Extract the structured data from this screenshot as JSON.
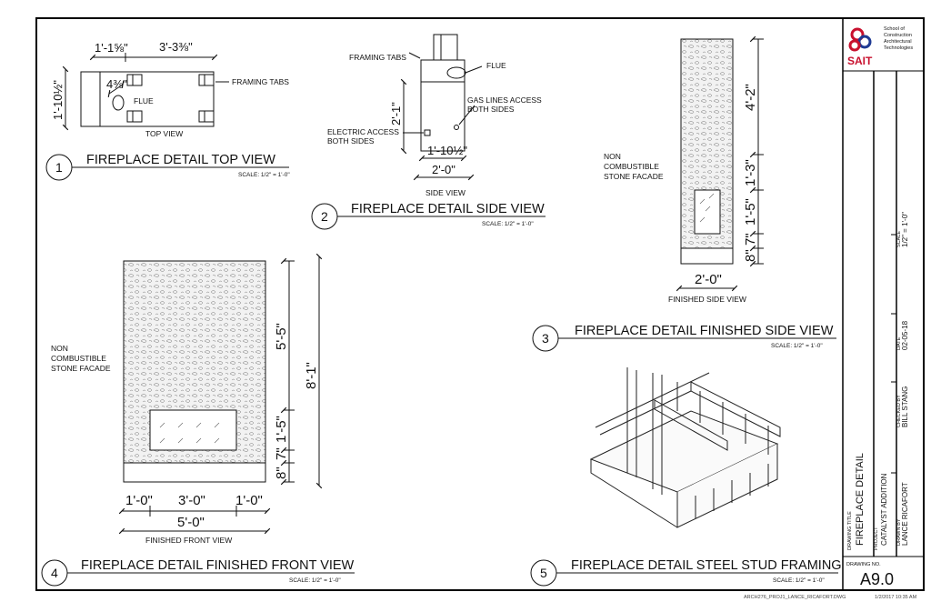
{
  "details": [
    {
      "number": "1",
      "title": "FIREPLACE DETAIL TOP VIEW",
      "scale": "SCALE: 1/2\" = 1'-0\""
    },
    {
      "number": "2",
      "title": "FIREPLACE DETAIL SIDE VIEW",
      "scale": "SCALE: 1/2\" = 1'-0\""
    },
    {
      "number": "3",
      "title": "FIREPLACE DETAIL FINISHED SIDE VIEW",
      "scale": "SCALE: 1/2\" = 1'-0\""
    },
    {
      "number": "4",
      "title": "FIREPLACE DETAIL FINISHED FRONT VIEW",
      "scale": "SCALE: 1/2\" = 1'-0\""
    },
    {
      "number": "5",
      "title": "FIREPLACE DETAIL STEEL STUD FRAMING",
      "scale": "SCALE: 1/2\" = 1'-0\""
    }
  ],
  "top_view": {
    "view_label": "TOP VIEW",
    "framing_tabs": "FRAMING TABS",
    "flue": "FLUE",
    "dims": {
      "w1": "1'-1⅝\"",
      "w2": "3'-3⅜\"",
      "depth": "1'-10½\"",
      "flue": "4⅜\""
    }
  },
  "side_view": {
    "view_label": "SIDE VIEW",
    "framing_tabs": "FRAMING TABS",
    "flue": "FLUE",
    "gas_1": "GAS LINES ACCESS",
    "gas_2": "BOTH SIDES",
    "elec_1": "ELECTRIC ACCESS",
    "elec_2": "BOTH SIDES",
    "dims": {
      "height": "2'-1\"",
      "inner": "1'-10½\"",
      "outer": "2'-0\""
    }
  },
  "finished_side": {
    "view_label": "FINISHED SIDE VIEW",
    "facade_1": "NON",
    "facade_2": "COMBUSTIBLE",
    "facade_3": "STONE FACADE",
    "dims": {
      "d1": "4'-2\"",
      "d2": "1'-3\"",
      "d3": "1'-5\"",
      "d4": "7\"",
      "d5": "8\"",
      "width": "2'-0\""
    }
  },
  "finished_front": {
    "view_label": "FINISHED FRONT VIEW",
    "facade_1": "NON",
    "facade_2": "COMBUSTIBLE",
    "facade_3": "STONE FACADE",
    "dims": {
      "upper": "5'-5\"",
      "total": "8'-1\"",
      "opening": "1'-5\"",
      "d4": "7\"",
      "d5": "8\"",
      "left": "1'-0\"",
      "mid": "3'-0\"",
      "right": "1'-0\"",
      "total_w": "5'-0\""
    }
  },
  "title_block": {
    "school_1": "School of",
    "school_2": "Construction",
    "school_3": "Architectural",
    "school_4": "Technologies",
    "logo": "SAIT",
    "scale_label": "SCALE",
    "scale_value": "1/2\" = 1'-0\"",
    "date_label": "DATE",
    "date_value": "02-05-18",
    "checked_label": "CHECKED BY",
    "checked_value": "BILL STANG",
    "drawing_title_label": "DRAWING TITLE",
    "drawing_title_value": "FIREPLACE DETAIL",
    "project_label": "PROJECT",
    "project_value": "CATALYST ADDITION",
    "drawn_label": "DRAWN BY",
    "drawn_value": "LANCE RICAFORT",
    "drawing_no_label": "DRAWING NO.",
    "drawing_no_value": "A9.0"
  },
  "footer": {
    "file": "ARCH276_PROJ1_LANCE_RICAFORT.DWG",
    "stamp": "1/2/2017 10:35 AM"
  }
}
